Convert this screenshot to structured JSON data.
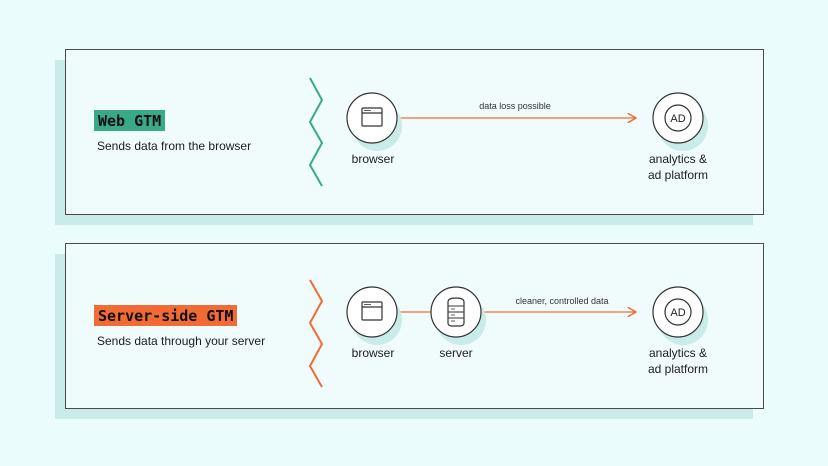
{
  "colors": {
    "background": "#eafcfb",
    "shadow": "#c9ece8",
    "web_accent": "#3aa989",
    "server_accent": "#f26b35",
    "arrow": "#f26b35"
  },
  "panels": [
    {
      "badge": "Web GTM",
      "description": "Sends data from the browser",
      "nodes": [
        {
          "label": "browser",
          "icon": "browser-window-icon"
        },
        {
          "label": "analytics &\nad platform",
          "icon": "ad-icon",
          "icon_text": "AD"
        }
      ],
      "edges": [
        {
          "label": "data loss possible"
        }
      ]
    },
    {
      "badge": "Server-side GTM",
      "description": "Sends data through your server",
      "nodes": [
        {
          "label": "browser",
          "icon": "browser-window-icon"
        },
        {
          "label": "server",
          "icon": "server-icon"
        },
        {
          "label": "analytics &\nad platform",
          "icon": "ad-icon",
          "icon_text": "AD"
        }
      ],
      "edges": [
        {
          "label": ""
        },
        {
          "label": "cleaner, controlled data"
        }
      ]
    }
  ]
}
